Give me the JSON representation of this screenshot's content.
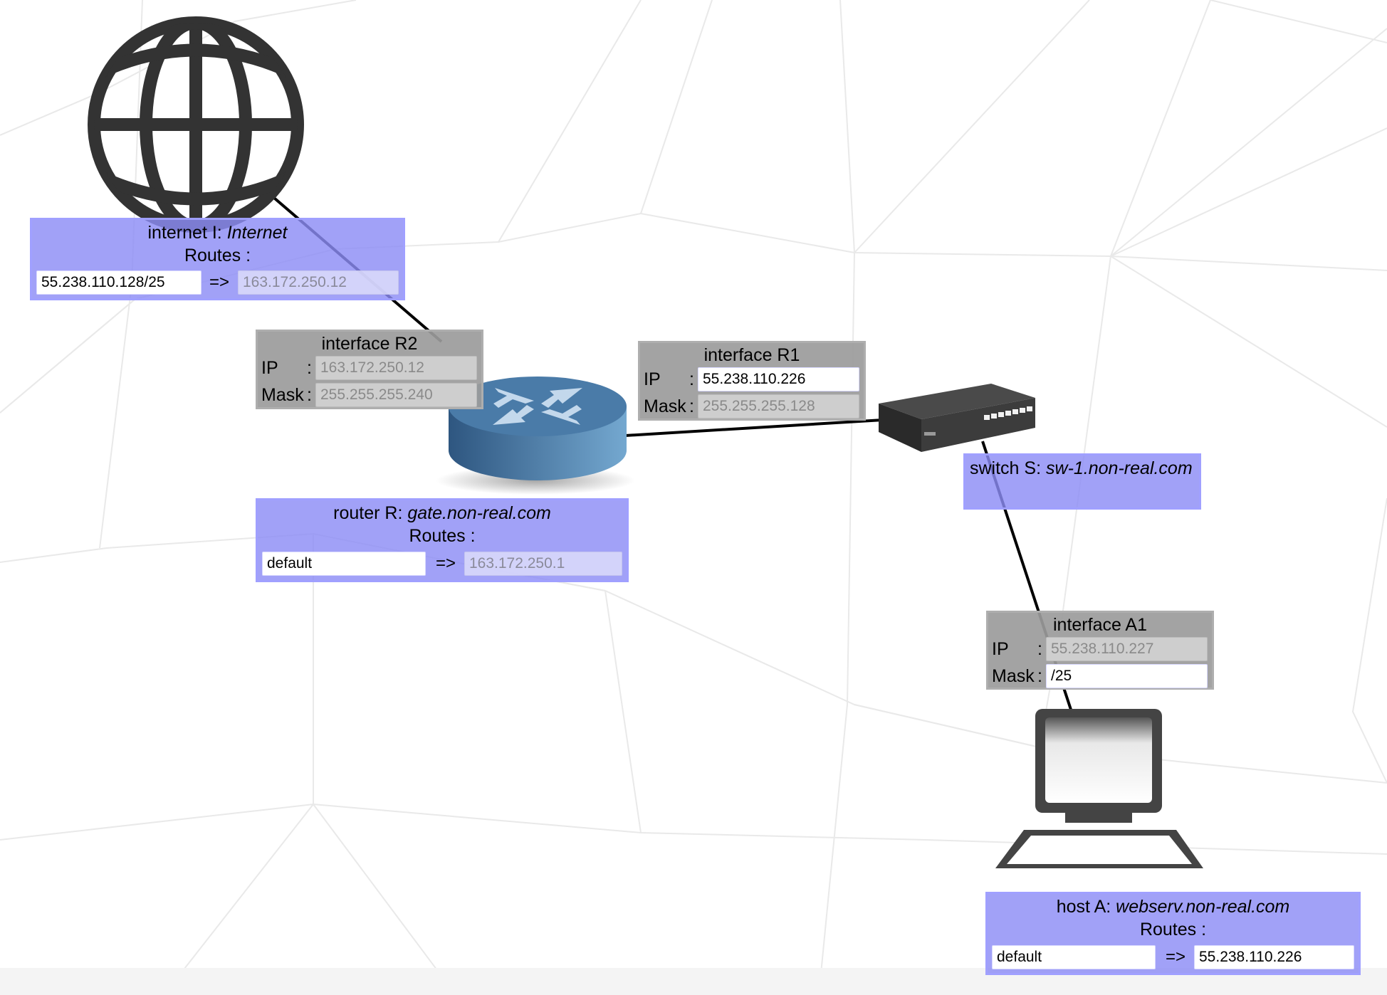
{
  "internet": {
    "kind": "internet",
    "letter": "I",
    "name": "Internet",
    "routes_label": "Routes :",
    "routes": [
      {
        "dest": "55.238.110.128/25",
        "arrow": "=>",
        "gateway": "163.172.250.12"
      }
    ],
    "icon": "globe-icon"
  },
  "router": {
    "kind": "router",
    "letter": "R",
    "name": "gate.non-real.com",
    "routes_label": "Routes :",
    "routes": [
      {
        "dest": "default",
        "arrow": "=>",
        "gateway": "163.172.250.1"
      }
    ],
    "icon": "router-icon",
    "color": "#4a7ba8"
  },
  "switch": {
    "kind": "switch",
    "letter": "S",
    "name": "sw-1.non-real.com",
    "icon": "switch-icon"
  },
  "host": {
    "kind": "host",
    "letter": "A",
    "name": "webserv.non-real.com",
    "routes_label": "Routes :",
    "routes": [
      {
        "dest": "default",
        "arrow": "=>",
        "gateway": "55.238.110.226"
      }
    ],
    "icon": "computer-icon"
  },
  "interfaces": {
    "R2": {
      "title": "interface R2",
      "ip_label": "IP",
      "ip": "163.172.250.12",
      "mask_label": "Mask",
      "mask": "255.255.255.240",
      "colon": ":"
    },
    "R1": {
      "title": "interface R1",
      "ip_label": "IP",
      "ip": "55.238.110.226",
      "mask_label": "Mask",
      "mask": "255.255.255.128",
      "colon": ":"
    },
    "A1": {
      "title": "interface A1",
      "ip_label": "IP",
      "ip": "55.238.110.227",
      "mask_label": "Mask",
      "mask": "/25",
      "colon": ":"
    }
  },
  "colors": {
    "device_panel": "#9b9bf5",
    "interface_panel": "#9b9b9b",
    "link": "#000000"
  }
}
